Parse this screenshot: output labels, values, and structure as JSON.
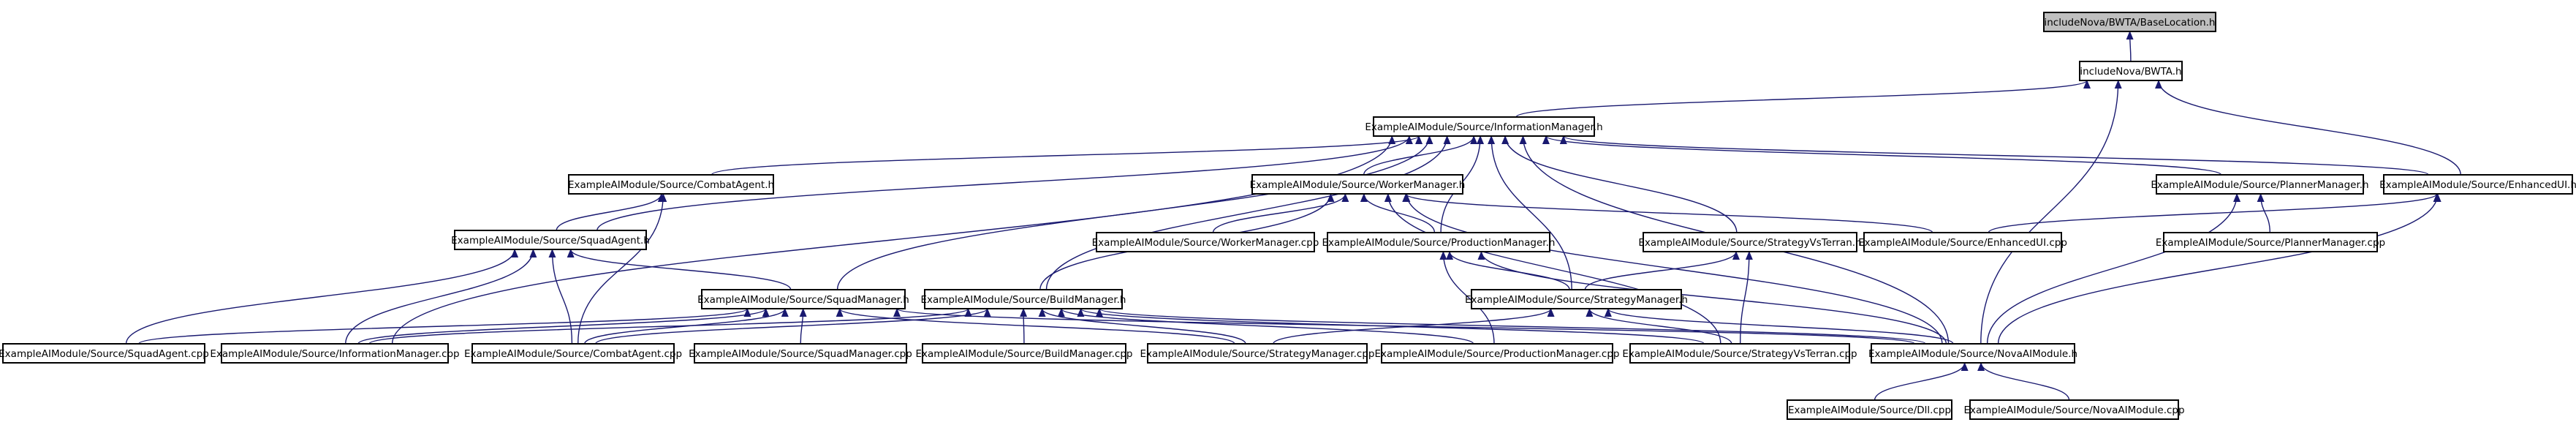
{
  "graph": {
    "nodes": [
      {
        "id": "baselocation",
        "label": "includeNova/BWTA/BaseLocation.h",
        "root": true
      },
      {
        "id": "bwta",
        "label": "includeNova/BWTA.h"
      },
      {
        "id": "infomgr_h",
        "label": "ExampleAIModule/Source/InformationManager.h"
      },
      {
        "id": "combatagent_h",
        "label": "ExampleAIModule/Source/CombatAgent.h"
      },
      {
        "id": "workermgr_h",
        "label": "ExampleAIModule/Source/WorkerManager.h"
      },
      {
        "id": "plannermgr_h",
        "label": "ExampleAIModule/Source/PlannerManager.h"
      },
      {
        "id": "enhancedui_h",
        "label": "ExampleAIModule/Source/EnhancedUI.h"
      },
      {
        "id": "squadagent_h",
        "label": "ExampleAIModule/Source/SquadAgent.h"
      },
      {
        "id": "workermgr_cpp",
        "label": "ExampleAIModule/Source/WorkerManager.cpp"
      },
      {
        "id": "prodmgr_h",
        "label": "ExampleAIModule/Source/ProductionManager.h"
      },
      {
        "id": "stratvsterran_h",
        "label": "ExampleAIModule/Source/StrategyVsTerran.h"
      },
      {
        "id": "enhancedui_cpp",
        "label": "ExampleAIModule/Source/EnhancedUI.cpp"
      },
      {
        "id": "plannermgr_cpp",
        "label": "ExampleAIModule/Source/PlannerManager.cpp"
      },
      {
        "id": "squadmgr_h",
        "label": "ExampleAIModule/Source/SquadManager.h"
      },
      {
        "id": "buildmgr_h",
        "label": "ExampleAIModule/Source/BuildManager.h"
      },
      {
        "id": "stratmgr_h",
        "label": "ExampleAIModule/Source/StrategyManager.h"
      },
      {
        "id": "squadagent_cpp",
        "label": "ExampleAIModule/Source/SquadAgent.cpp"
      },
      {
        "id": "infomgr_cpp",
        "label": "ExampleAIModule/Source/InformationManager.cpp"
      },
      {
        "id": "combatagent_cpp",
        "label": "ExampleAIModule/Source/CombatAgent.cpp"
      },
      {
        "id": "squadmgr_cpp",
        "label": "ExampleAIModule/Source/SquadManager.cpp"
      },
      {
        "id": "buildmgr_cpp",
        "label": "ExampleAIModule/Source/BuildManager.cpp"
      },
      {
        "id": "stratmgr_cpp",
        "label": "ExampleAIModule/Source/StrategyManager.cpp"
      },
      {
        "id": "prodmgr_cpp",
        "label": "ExampleAIModule/Source/ProductionManager.cpp"
      },
      {
        "id": "stratvsterran_cpp",
        "label": "ExampleAIModule/Source/StrategyVsTerran.cpp"
      },
      {
        "id": "novaai_h",
        "label": "ExampleAIModule/Source/NovaAIModule.h"
      },
      {
        "id": "dll_cpp",
        "label": "ExampleAIModule/Source/Dll.cpp"
      },
      {
        "id": "novaai_cpp",
        "label": "ExampleAIModule/Source/NovaAIModule.cpp"
      }
    ],
    "edges": [
      [
        "bwta",
        "baselocation"
      ],
      [
        "infomgr_h",
        "bwta"
      ],
      [
        "enhancedui_h",
        "bwta"
      ],
      [
        "novaai_h",
        "bwta"
      ],
      [
        "combatagent_h",
        "infomgr_h"
      ],
      [
        "workermgr_h",
        "infomgr_h"
      ],
      [
        "plannermgr_h",
        "infomgr_h"
      ],
      [
        "enhancedui_h",
        "infomgr_h"
      ],
      [
        "squadagent_h",
        "infomgr_h"
      ],
      [
        "prodmgr_h",
        "infomgr_h"
      ],
      [
        "stratvsterran_h",
        "infomgr_h"
      ],
      [
        "squadmgr_h",
        "infomgr_h"
      ],
      [
        "buildmgr_h",
        "infomgr_h"
      ],
      [
        "stratmgr_h",
        "infomgr_h"
      ],
      [
        "infomgr_cpp",
        "infomgr_h"
      ],
      [
        "novaai_h",
        "infomgr_h"
      ],
      [
        "squadagent_h",
        "combatagent_h"
      ],
      [
        "combatagent_cpp",
        "combatagent_h"
      ],
      [
        "workermgr_cpp",
        "workermgr_h"
      ],
      [
        "prodmgr_h",
        "workermgr_h"
      ],
      [
        "enhancedui_cpp",
        "workermgr_h"
      ],
      [
        "buildmgr_h",
        "workermgr_h"
      ],
      [
        "stratvsterran_cpp",
        "workermgr_h"
      ],
      [
        "novaai_h",
        "workermgr_h"
      ],
      [
        "plannermgr_cpp",
        "plannermgr_h"
      ],
      [
        "novaai_h",
        "plannermgr_h"
      ],
      [
        "enhancedui_cpp",
        "enhancedui_h"
      ],
      [
        "novaai_h",
        "enhancedui_h"
      ],
      [
        "squadmgr_h",
        "squadagent_h"
      ],
      [
        "squadagent_cpp",
        "squadagent_h"
      ],
      [
        "infomgr_cpp",
        "squadagent_h"
      ],
      [
        "combatagent_cpp",
        "squadagent_h"
      ],
      [
        "stratmgr_h",
        "prodmgr_h"
      ],
      [
        "prodmgr_cpp",
        "prodmgr_h"
      ],
      [
        "novaai_h",
        "prodmgr_h"
      ],
      [
        "stratmgr_h",
        "stratvsterran_h"
      ],
      [
        "stratvsterran_cpp",
        "stratvsterran_h"
      ],
      [
        "squadagent_cpp",
        "squadmgr_h"
      ],
      [
        "infomgr_cpp",
        "squadmgr_h"
      ],
      [
        "combatagent_cpp",
        "squadmgr_h"
      ],
      [
        "squadmgr_cpp",
        "squadmgr_h"
      ],
      [
        "stratmgr_cpp",
        "squadmgr_h"
      ],
      [
        "novaai_h",
        "squadmgr_h"
      ],
      [
        "infomgr_cpp",
        "buildmgr_h"
      ],
      [
        "combatagent_cpp",
        "buildmgr_h"
      ],
      [
        "buildmgr_cpp",
        "buildmgr_h"
      ],
      [
        "stratmgr_cpp",
        "buildmgr_h"
      ],
      [
        "prodmgr_cpp",
        "buildmgr_h"
      ],
      [
        "stratvsterran_cpp",
        "buildmgr_h"
      ],
      [
        "novaai_h",
        "buildmgr_h"
      ],
      [
        "stratmgr_cpp",
        "stratmgr_h"
      ],
      [
        "stratvsterran_cpp",
        "stratmgr_h"
      ],
      [
        "novaai_h",
        "stratmgr_h"
      ],
      [
        "dll_cpp",
        "novaai_h"
      ],
      [
        "novaai_cpp",
        "novaai_h"
      ]
    ]
  }
}
